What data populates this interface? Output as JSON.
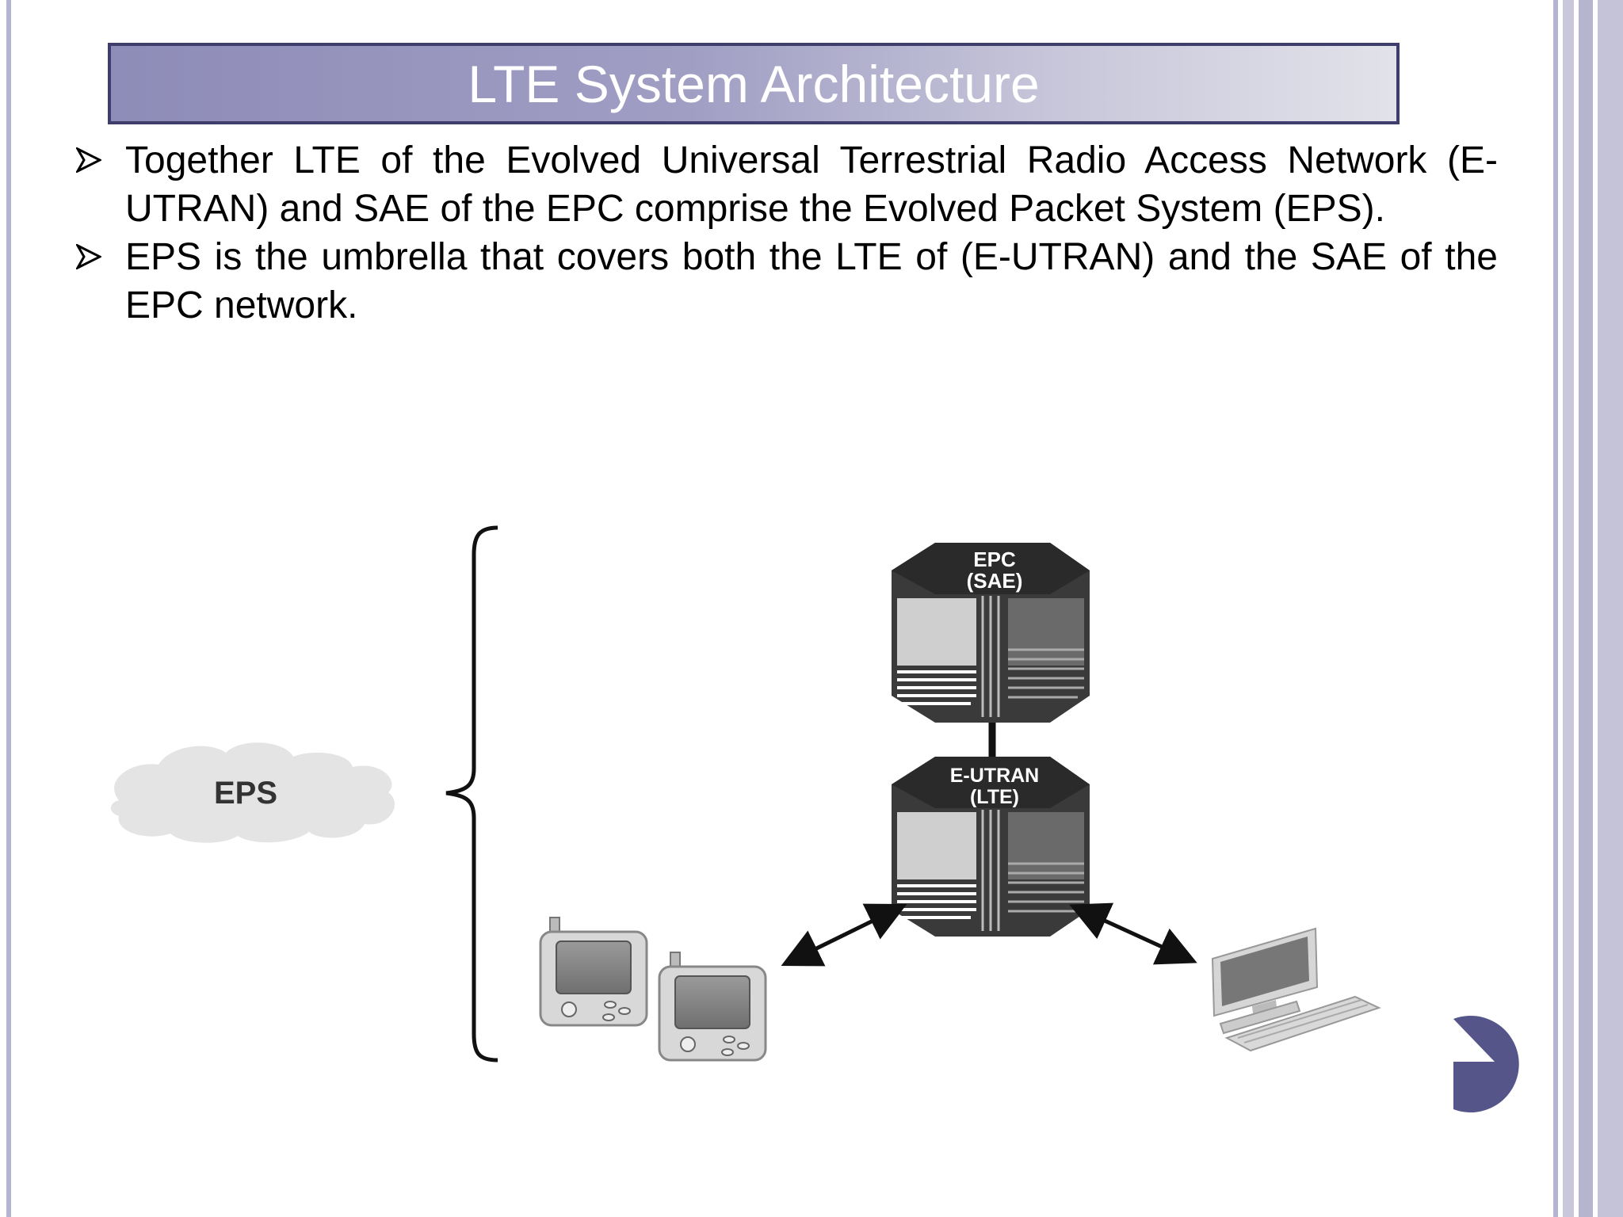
{
  "slide": {
    "title": "LTE System Architecture",
    "bullets": [
      "Together LTE of the Evolved Universal Terrestrial Radio Access Network (E-UTRAN) and SAE of the EPC comprise the Evolved Packet System (EPS).",
      "EPS is the umbrella that covers both the LTE of (E-UTRAN) and the SAE of the EPC network."
    ]
  },
  "diagram": {
    "eps_label": "EPS",
    "epc_label_line1": "EPC",
    "epc_label_line2": "(SAE)",
    "eutran_label_line1": "E-UTRAN",
    "eutran_label_line2": "(LTE)"
  },
  "colors": {
    "title_border": "#3e3d6b",
    "accent_purple": "#55558a",
    "stripe_purple": "#b6b5cf"
  }
}
